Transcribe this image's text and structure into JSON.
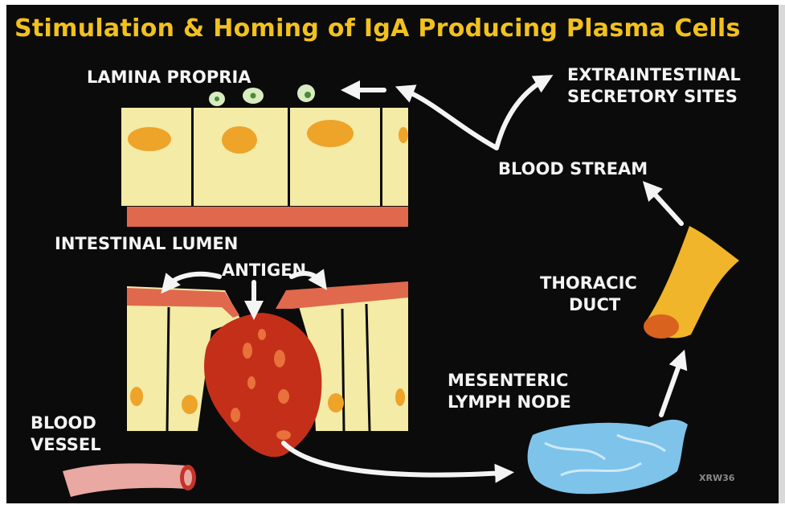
{
  "title": "Stimulation & Homing of IgA Producing Plasma Cells",
  "labels": {
    "lamina_propria": "LAMINA PROPRIA",
    "extraintestinal_line1": "EXTRAINTESTINAL",
    "extraintestinal_line2": "SECRETORY SITES",
    "blood_stream": "BLOOD STREAM",
    "intestinal_lumen": "INTESTINAL LUMEN",
    "antigen": "ANTIGEN",
    "thoracic_line1": "THORACIC",
    "thoracic_line2": "DUCT",
    "mesenteric_line1": "MESENTERIC",
    "mesenteric_line2": "LYMPH NODE",
    "blood_line1": "BLOOD",
    "blood_line2": "VESSEL",
    "code": "XRW36"
  },
  "colors": {
    "background": "#0b0b0b",
    "title": "#f2c11e",
    "label": "#f4f4f4",
    "epithelium": "#f3eba6",
    "nucleus": "#eea429",
    "membrane": "#e0684c",
    "patch": "#c42f1a",
    "lymph_node": "#7ec3ea",
    "duct": "#f0b52a",
    "vessel": "#e9a8a2"
  }
}
